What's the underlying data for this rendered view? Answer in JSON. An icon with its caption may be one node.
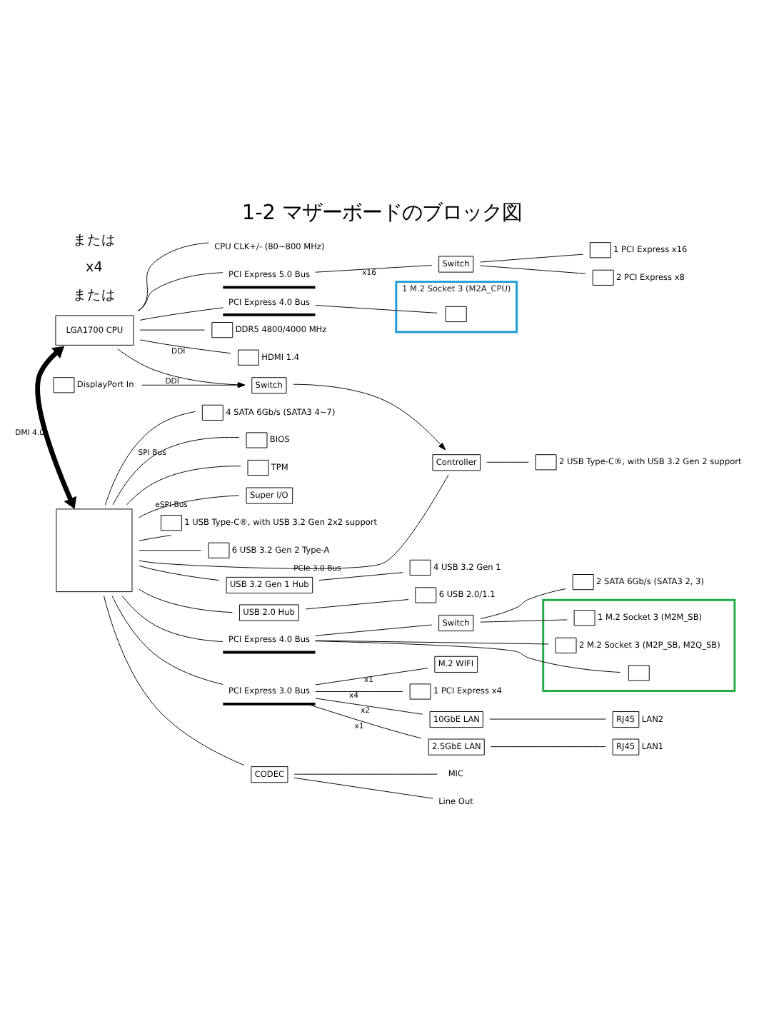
{
  "diagram": {
    "title": "1-2 マザーボードのブロック図",
    "nodes": [
      {
        "text": [
          "PCI Express 5.0 Bus"
        ]
      },
      {
        "text": [
          "Switch"
        ]
      },
      {
        "text": [],
        "shape": "box",
        "beside": [
          "1 PCI Express x16"
        ]
      },
      {
        "text": [],
        "shape": "box",
        "beside": [
          "2 PCI Express x8"
        ]
      },
      {
        "text": [
          "PCI Express 4.0 Bus"
        ]
      },
      {
        "text": [
          "1 M.2 Socket 3 (M2A_CPU)"
        ]
      },
      {
        "text": [],
        "shape": "box",
        "in": 5
      },
      {
        "text": [
          "LGA1700 CPU"
        ]
      },
      {
        "text": [],
        "shape": "box",
        "beside": [
          "DDR5 4800/4000 MHz"
        ]
      },
      {
        "text": [],
        "shape": "box",
        "beside": [
          "HDMI 1.4"
        ]
      },
      {
        "text": [
          "Switch"
        ]
      },
      {
        "text": [],
        "shape": "box",
        "beside": [
          "DisplayPort In"
        ]
      },
      {
        "text": [
          "Controller"
        ]
      },
      {
        "text": [],
        "shape": "box",
        "beside": [
          "2 USB Type-C®, with USB 3.2 Gen 2 support"
        ]
      },
      {
        "text": [],
        "shape": "box"
      },
      {
        "text": [],
        "shape": "box",
        "beside": [
          "4 SATA 6Gb/s (SATA3 4~7)"
        ]
      },
      {
        "text": [],
        "shape": "box",
        "beside": [
          "BIOS"
        ]
      },
      {
        "text": [],
        "shape": "box",
        "beside": [
          "TPM"
        ]
      },
      {
        "text": [
          "Super I/O"
        ]
      },
      {
        "text": [],
        "shape": "box",
        "beside": [
          "1 USB Type-C®, with USB 3.2 Gen 2x2 support"
        ]
      },
      {
        "text": [],
        "shape": "box",
        "beside": [
          "6 USB 3.2 Gen 2 Type-A"
        ]
      },
      {
        "text": [
          "USB 3.2 Gen 1 Hub"
        ]
      },
      {
        "text": [],
        "shape": "box",
        "beside": [
          "4 USB 3.2 Gen 1"
        ]
      },
      {
        "text": [
          "USB 2.0 Hub"
        ]
      },
      {
        "text": [],
        "shape": "box",
        "beside": [
          "6 USB 2.0/1.1"
        ]
      },
      {
        "text": [
          "PCI Express 4.0 Bus"
        ]
      },
      {
        "text": [],
        "shape": "box"
      },
      {
        "text": [],
        "shape": "box",
        "in": 26,
        "beside": [
          "2 M.2 Socket 3 (M2P_SB, M2Q_SB)"
        ]
      },
      {
        "text": [],
        "shape": "box",
        "in": 26
      },
      {
        "text": [
          "Switch"
        ]
      },
      {
        "text": [],
        "shape": "box",
        "in": 26,
        "beside": [
          "1 M.2 Socket 3 (M2M_SB)"
        ]
      },
      {
        "text": [],
        "shape": "box",
        "beside": [
          "2 SATA 6Gb/s (SATA3 2, 3)"
        ]
      },
      {
        "text": [
          "PCI Express 3.0 Bus"
        ]
      },
      {
        "text": [
          "M.2 WIFI"
        ]
      },
      {
        "text": [],
        "shape": "box",
        "beside": [
          "1 PCI Express x4"
        ]
      },
      {
        "text": [
          "10GbE LAN"
        ]
      },
      {
        "text": [
          "2.5GbE LAN"
        ]
      },
      {
        "text": [
          "RJ45"
        ],
        "beside": [
          "LAN2"
        ]
      },
      {
        "text": [
          "RJ45"
        ],
        "beside": [
          "LAN1"
        ]
      },
      {
        "text": [
          "CODEC"
        ]
      },
      {
        "text": [
          "CPU CLK+/- (80~800 MHz)"
        ]
      },
      {
        "text": [
          "MIC"
        ]
      },
      {
        "text": [
          "Line Out"
        ]
      }
    ],
    "edges": [
      {
        "from": 7,
        "to": 0,
        "arrow": "none"
      },
      {
        "from": 0,
        "to": 1,
        "arrow": "none",
        "label": "x16"
      },
      {
        "from": 1,
        "to": 2,
        "arrow": "none"
      },
      {
        "from": 1,
        "to": 3,
        "arrow": "none"
      },
      {
        "from": 7,
        "to": 4,
        "arrow": "none"
      },
      {
        "from": 4,
        "to": 6,
        "arrow": "none"
      },
      {
        "from": 7,
        "to": 40,
        "arrow": "none"
      },
      {
        "from": 7,
        "to": 8,
        "arrow": "none"
      },
      {
        "from": 7,
        "to": 9,
        "arrow": "none",
        "label": "DDI"
      },
      {
        "from": 7,
        "to": 10,
        "arrow": "to",
        "label": "DDI"
      },
      {
        "from": 11,
        "to": 10,
        "arrow": "to"
      },
      {
        "from": 10,
        "to": 12,
        "arrow": "to"
      },
      {
        "from": 12,
        "to": 13,
        "arrow": "none"
      },
      {
        "from": 7,
        "to": 14,
        "arrow": "both",
        "label": "DMI 4.0",
        "style": "thick"
      },
      {
        "from": 14,
        "to": 12,
        "arrow": "none",
        "label": "PCIe 3.0 Bus"
      },
      {
        "from": 14,
        "to": 15,
        "arrow": "none"
      },
      {
        "from": 14,
        "to": 16,
        "arrow": "none",
        "label": "SPI Bus"
      },
      {
        "from": 14,
        "to": 17,
        "arrow": "none"
      },
      {
        "from": 14,
        "to": 18,
        "arrow": "none",
        "label": "eSPI Bus"
      },
      {
        "from": 14,
        "to": 19,
        "arrow": "none"
      },
      {
        "from": 14,
        "to": 20,
        "arrow": "none"
      },
      {
        "from": 14,
        "to": 21,
        "arrow": "none"
      },
      {
        "from": 21,
        "to": 22,
        "arrow": "none"
      },
      {
        "from": 14,
        "to": 23,
        "arrow": "none"
      },
      {
        "from": 23,
        "to": 24,
        "arrow": "none"
      },
      {
        "from": 14,
        "to": 25,
        "arrow": "none"
      },
      {
        "from": 25,
        "to": 27,
        "arrow": "none"
      },
      {
        "from": 25,
        "to": 28,
        "arrow": "none"
      },
      {
        "from": 25,
        "to": 29,
        "arrow": "none"
      },
      {
        "from": 29,
        "to": 30,
        "arrow": "none"
      },
      {
        "from": 29,
        "to": 31,
        "arrow": "none"
      },
      {
        "from": 14,
        "to": 32,
        "arrow": "none"
      },
      {
        "from": 32,
        "to": 33,
        "arrow": "none",
        "label": "x1"
      },
      {
        "from": 32,
        "to": 34,
        "arrow": "none",
        "label": "x4"
      },
      {
        "from": 32,
        "to": 35,
        "arrow": "none",
        "label": "x2"
      },
      {
        "from": 32,
        "to": 36,
        "arrow": "none",
        "label": "x1"
      },
      {
        "from": 35,
        "to": 37,
        "arrow": "none"
      },
      {
        "from": 36,
        "to": 38,
        "arrow": "none"
      },
      {
        "from": 14,
        "to": 39,
        "arrow": "none"
      },
      {
        "from": 39,
        "to": 41,
        "arrow": "none"
      },
      {
        "from": 39,
        "to": 42,
        "arrow": "none"
      }
    ],
    "labels": [
      "または",
      "x4",
      "または"
    ]
  }
}
